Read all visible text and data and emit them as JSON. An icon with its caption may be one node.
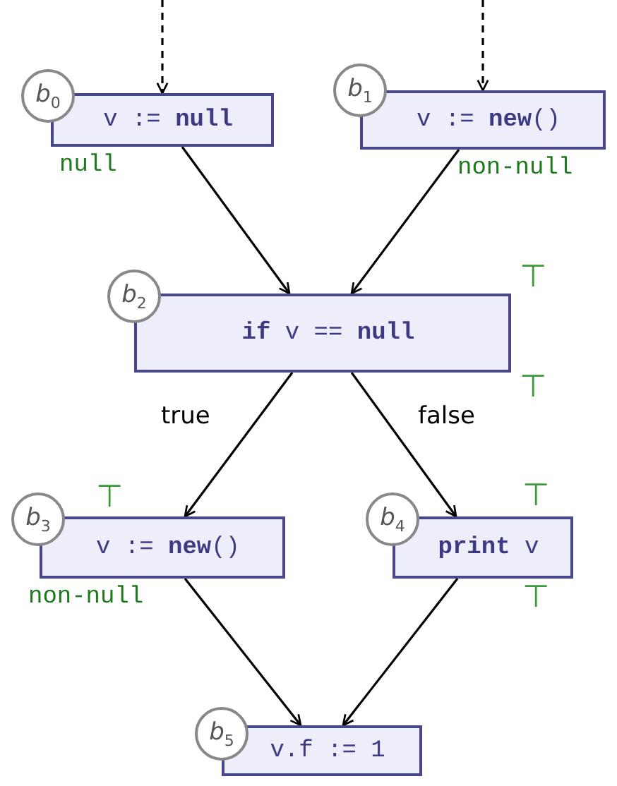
{
  "diagram": {
    "nodes": [
      {
        "text": [
          "v := **null**"
        ],
        "beside": [
          "null"
        ]
      },
      {
        "text": [
          "v := **new**()"
        ],
        "beside": [
          "non-null"
        ]
      },
      {
        "text": [
          "**if** v == **null**"
        ],
        "beside": [
          "⊤",
          "⊤"
        ]
      },
      {
        "text": [
          "v := **new**()"
        ],
        "beside": [
          "⊤",
          "non-null"
        ]
      },
      {
        "text": [
          "**print** v"
        ],
        "beside": [
          "⊤",
          "⊤"
        ]
      },
      {
        "text": [
          "v.f := 1"
        ]
      },
      {
        "text": [
          "*b*$_{0}$"
        ]
      },
      {
        "text": [
          "*b*$_{1}$"
        ]
      },
      {
        "text": [
          "*b*$_{2}$"
        ]
      },
      {
        "text": [
          "*b*$_{3}$"
        ]
      },
      {
        "text": [
          "*b*$_{4}$"
        ]
      },
      {
        "text": [
          "*b*$_{5}$"
        ]
      }
    ],
    "edges": [
      {
        "from": null,
        "to": 0,
        "arrow": "to",
        "style": "dashed"
      },
      {
        "from": null,
        "to": 1,
        "arrow": "to",
        "style": "dashed"
      },
      {
        "from": 0,
        "to": 2,
        "arrow": "to"
      },
      {
        "from": 1,
        "to": 2,
        "arrow": "to"
      },
      {
        "from": 2,
        "to": 3,
        "arrow": "to",
        "label": "true"
      },
      {
        "from": 2,
        "to": 4,
        "arrow": "to",
        "label": "false"
      },
      {
        "from": 3,
        "to": 5,
        "arrow": "to"
      },
      {
        "from": 4,
        "to": 5,
        "arrow": "to"
      }
    ]
  }
}
